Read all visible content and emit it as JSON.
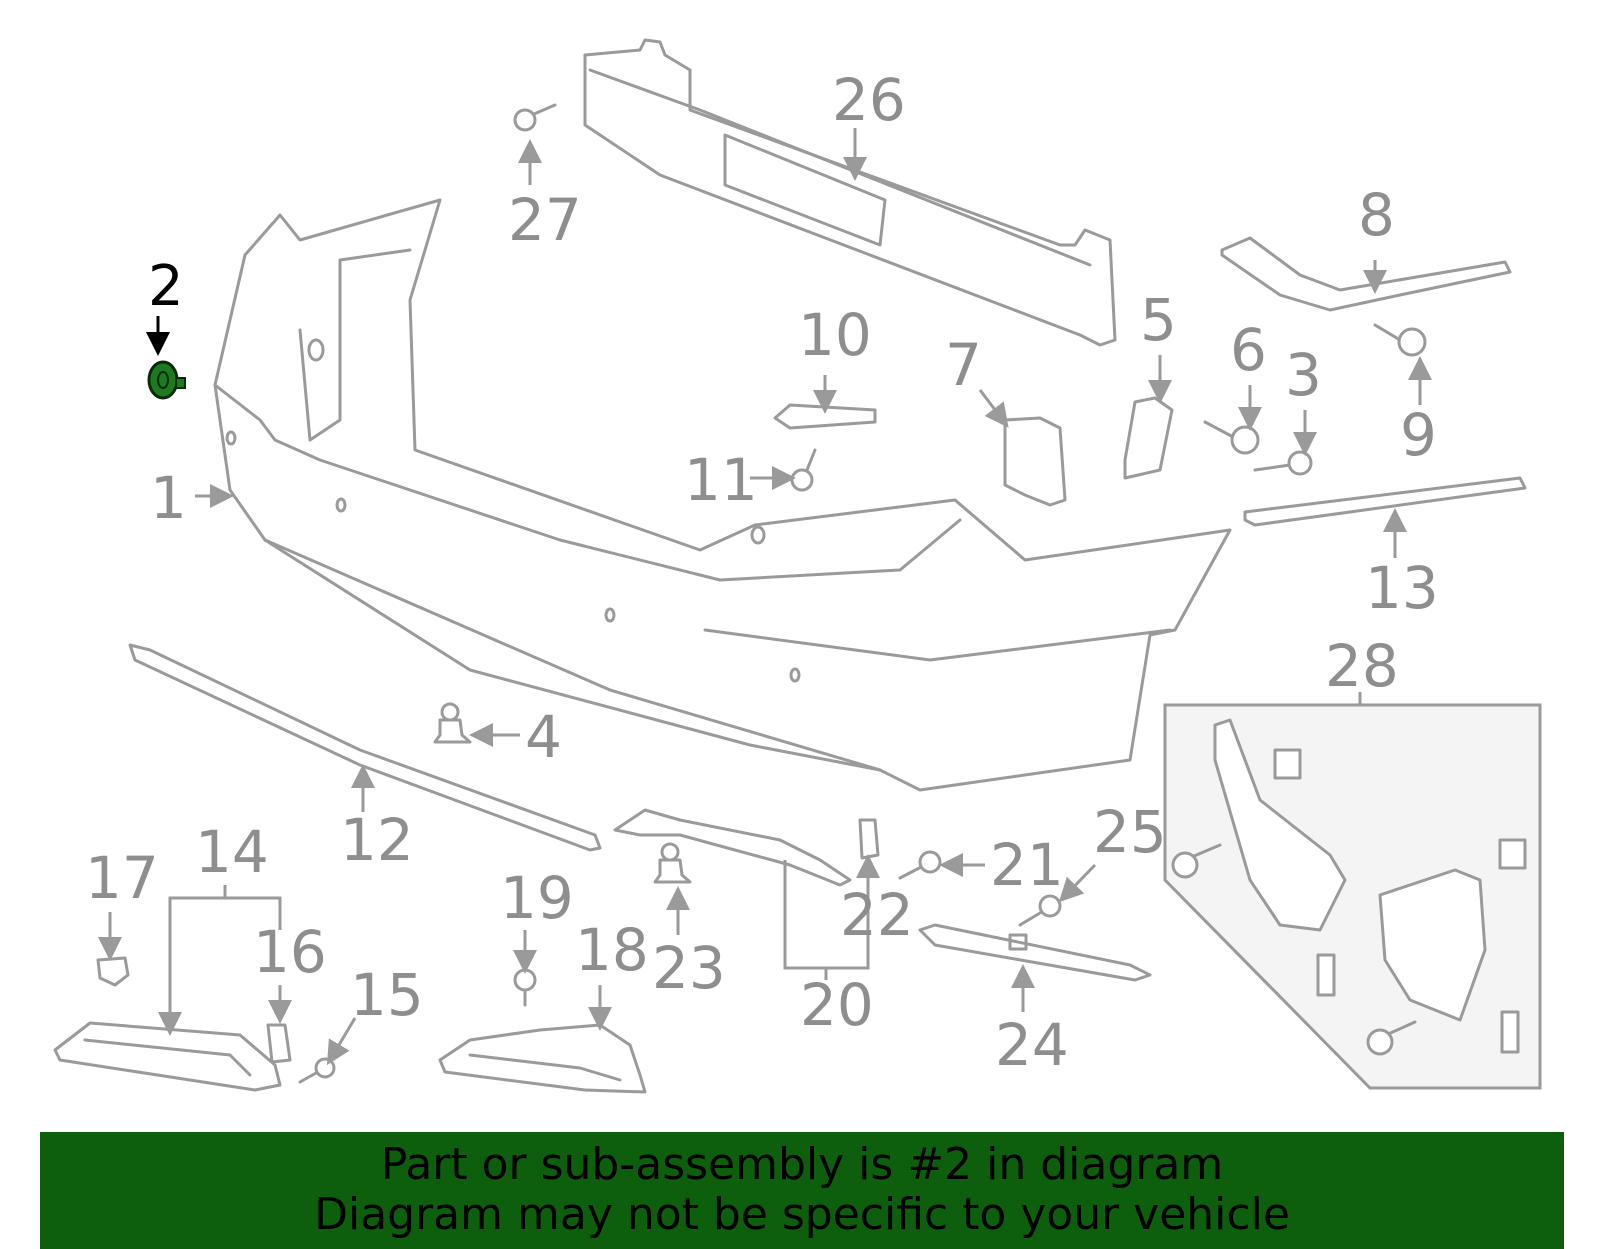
{
  "diagram": {
    "highlighted_part": "2",
    "highlight_color": "#1e7a1e",
    "callouts": [
      {
        "id": "c1",
        "label": "1"
      },
      {
        "id": "c2",
        "label": "2"
      },
      {
        "id": "c3",
        "label": "3"
      },
      {
        "id": "c4",
        "label": "4"
      },
      {
        "id": "c5",
        "label": "5"
      },
      {
        "id": "c6",
        "label": "6"
      },
      {
        "id": "c7",
        "label": "7"
      },
      {
        "id": "c8",
        "label": "8"
      },
      {
        "id": "c9",
        "label": "9"
      },
      {
        "id": "c10",
        "label": "10"
      },
      {
        "id": "c11",
        "label": "11"
      },
      {
        "id": "c12",
        "label": "12"
      },
      {
        "id": "c13",
        "label": "13"
      },
      {
        "id": "c14",
        "label": "14"
      },
      {
        "id": "c15",
        "label": "15"
      },
      {
        "id": "c16",
        "label": "16"
      },
      {
        "id": "c17",
        "label": "17"
      },
      {
        "id": "c18",
        "label": "18"
      },
      {
        "id": "c19",
        "label": "19"
      },
      {
        "id": "c20",
        "label": "20"
      },
      {
        "id": "c21",
        "label": "21"
      },
      {
        "id": "c22",
        "label": "22"
      },
      {
        "id": "c23",
        "label": "23"
      },
      {
        "id": "c24",
        "label": "24"
      },
      {
        "id": "c25",
        "label": "25"
      },
      {
        "id": "c26",
        "label": "26"
      },
      {
        "id": "c27",
        "label": "27"
      },
      {
        "id": "c28",
        "label": "28"
      }
    ]
  },
  "banner": {
    "line1": "Part or sub-assembly is #2 in diagram",
    "line2": "Diagram may not be specific to your vehicle",
    "background": "#0d5e0d"
  }
}
